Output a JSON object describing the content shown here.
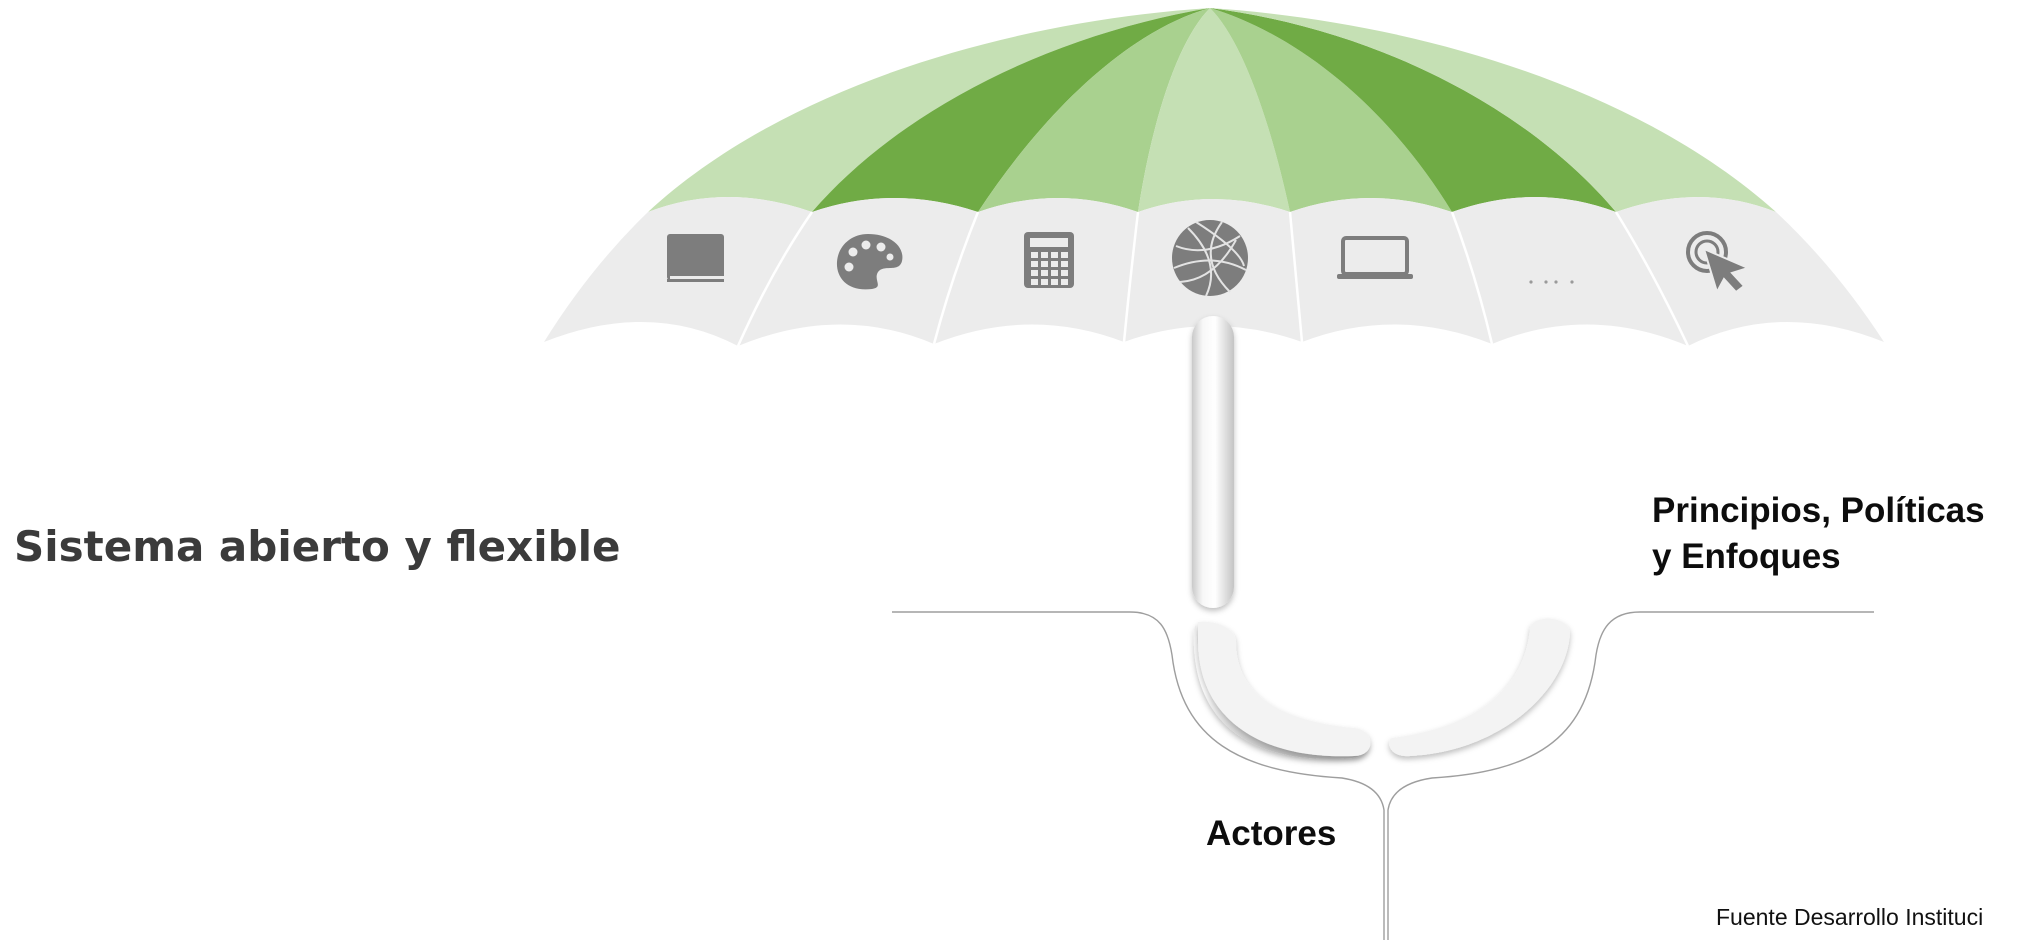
{
  "labels": {
    "title": "Sistema abierto y flexible",
    "principles_line1": "Principios, Políticas",
    "principles_line2": "y Enfoques",
    "actors": "Actores",
    "source": "Fuente Desarrollo Instituci"
  },
  "colors": {
    "green_dark": "#70ab45",
    "green_mid": "#a9d18f",
    "green_light": "#c5e0b4",
    "canopy_band": "#ececec",
    "icon_gray": "#7d7d7d",
    "title_text": "#3b3b3b",
    "body_text": "#0d0d0d"
  },
  "umbrella": {
    "segments": [
      {
        "icon": "book-icon",
        "color": "green_light"
      },
      {
        "icon": "palette-icon",
        "color": "green_dark"
      },
      {
        "icon": "calculator-icon",
        "color": "green_mid"
      },
      {
        "icon": "globe-icon",
        "color": "green_light"
      },
      {
        "icon": "laptop-icon",
        "color": "green_mid"
      },
      {
        "icon": "ellipsis-icon",
        "color": "green_dark"
      },
      {
        "icon": "cursor-click-icon",
        "color": "green_light"
      }
    ]
  }
}
